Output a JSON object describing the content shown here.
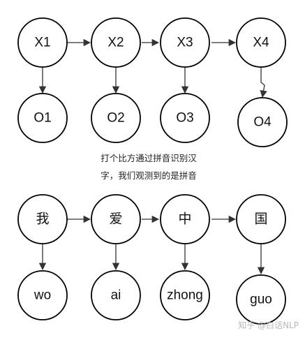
{
  "hidden_states_top": [
    "X1",
    "X2",
    "X3",
    "X4"
  ],
  "observations_top": [
    "O1",
    "O2",
    "O3",
    "O4"
  ],
  "caption": [
    "打个比方通过拼音识别汉",
    "字，我们观测到的是拼音"
  ],
  "hidden_states_bottom": [
    "我",
    "爱",
    "中",
    "国"
  ],
  "observations_bottom": [
    "wo",
    "ai",
    "zhong",
    "guo"
  ],
  "watermark": "知乎 @白话NLP",
  "colors": {
    "stroke": "#000000",
    "edge": "#333333",
    "text": "#111111",
    "watermark": "#b9b9b9"
  }
}
